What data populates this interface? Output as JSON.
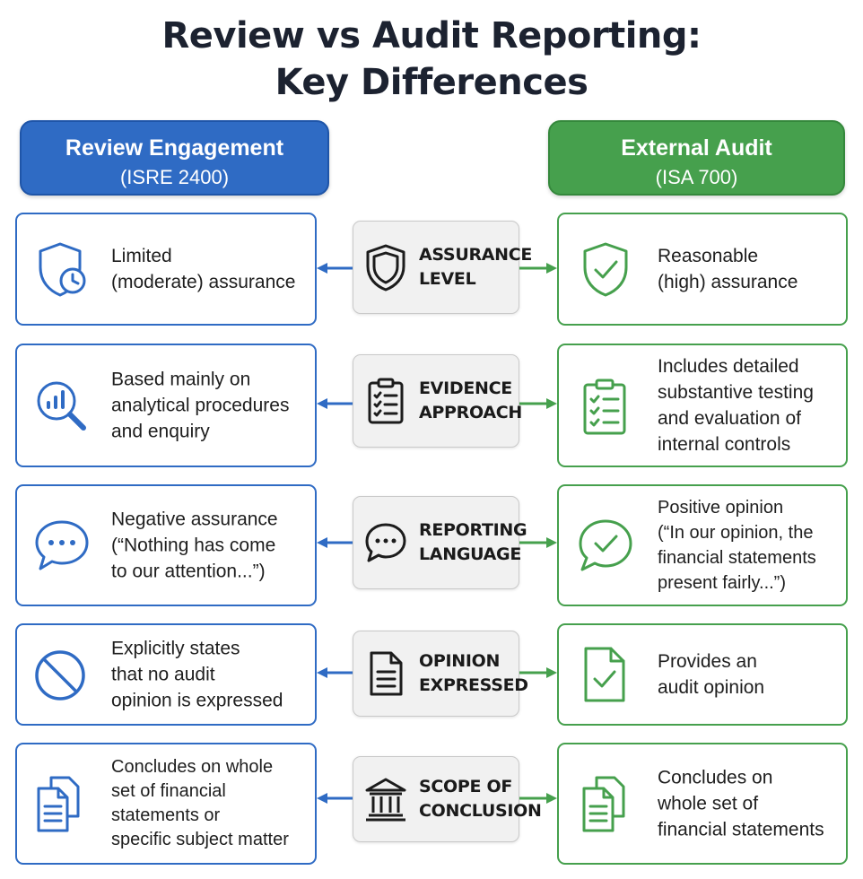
{
  "title": {
    "line1": "Review vs Audit Reporting:",
    "line2": "Key Differences"
  },
  "colors": {
    "review": "#2f6bc4",
    "audit": "#46a04d",
    "text": "#1c2230",
    "center_bg": "#f1f1f1"
  },
  "left_header": {
    "title": "Review Engagement",
    "subtitle": "(ISRE 2400)"
  },
  "right_header": {
    "title": "External Audit",
    "subtitle": "(ISA 700)"
  },
  "rows": [
    {
      "center": {
        "line1": "ASSURANCE",
        "line2": "LEVEL",
        "icon": "shield-icon"
      },
      "left": {
        "icon": "shield-clock-icon",
        "lines": [
          "Limited",
          "(moderate) assurance"
        ]
      },
      "right": {
        "icon": "shield-check-icon",
        "lines": [
          "Reasonable",
          "(high) assurance"
        ]
      }
    },
    {
      "center": {
        "line1": "EVIDENCE",
        "line2": "APPROACH",
        "icon": "clipboard-checklist-icon"
      },
      "left": {
        "icon": "magnifier-chart-icon",
        "lines": [
          "Based mainly on",
          "analytical procedures",
          "and enquiry"
        ]
      },
      "right": {
        "icon": "clipboard-checklist-icon",
        "lines": [
          "Includes detailed",
          "substantive testing",
          "and evaluation of",
          "internal controls"
        ]
      }
    },
    {
      "center": {
        "line1": "REPORTING",
        "line2": "LANGUAGE",
        "icon": "speech-bubble-icon"
      },
      "left": {
        "icon": "speech-bubble-dots-icon",
        "lines": [
          "Negative assurance",
          "(“Nothing has come",
          "to our attention...”)"
        ]
      },
      "right": {
        "icon": "speech-bubble-check-icon",
        "lines": [
          "Positive opinion",
          "(“In our opinion, the",
          "financial statements",
          "present fairly...”)"
        ]
      }
    },
    {
      "center": {
        "line1": "OPINION",
        "line2": "EXPRESSED",
        "icon": "document-icon"
      },
      "left": {
        "icon": "prohibited-icon",
        "lines": [
          "Explicitly states",
          "that no audit",
          "opinion is expressed"
        ]
      },
      "right": {
        "icon": "document-check-icon",
        "lines": [
          "Provides an",
          "audit opinion"
        ]
      }
    },
    {
      "center": {
        "line1": "SCOPE OF",
        "line2": "CONCLUSION",
        "icon": "bank-building-icon"
      },
      "left": {
        "icon": "documents-stack-icon",
        "lines": [
          "Concludes on whole",
          "set of financial",
          "statements or",
          "specific subject matter"
        ]
      },
      "right": {
        "icon": "documents-stack-icon",
        "lines": [
          "Concludes on",
          "whole set of",
          "financial statements"
        ]
      }
    }
  ]
}
